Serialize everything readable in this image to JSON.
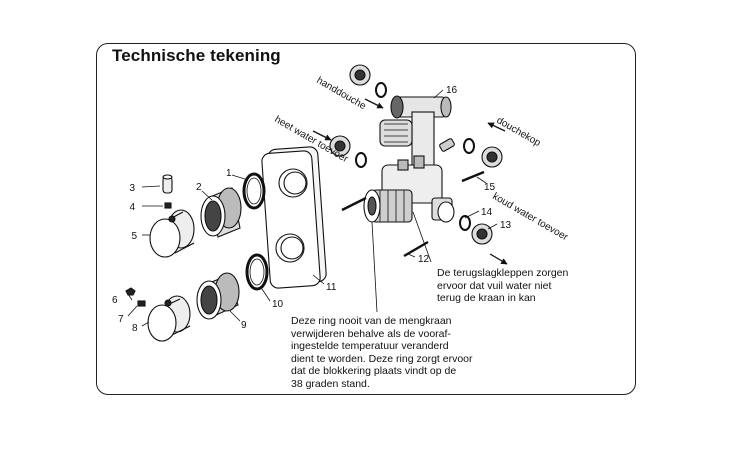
{
  "title": "Technische tekening",
  "flow_labels": {
    "handdouche": "handdouche",
    "douchekop": "douchekop",
    "heet_water": "heet water toevoer",
    "koud_water": "koud water toevoer"
  },
  "notes": {
    "check_valves": [
      "De terugslagkleppen zorgen",
      "ervoor dat vuil water niet",
      "terug de kraan in kan"
    ],
    "ring": [
      "Deze ring nooit van de mengkraan",
      "verwijderen behalve als de vooraf-",
      "ingestelde temperatuur veranderd",
      "dient te worden. Deze ring zorgt ervoor",
      "dat de blokkering plaats vindt op de",
      "38 graden stand."
    ]
  },
  "part_numbers": {
    "p1": "1",
    "p2": "2",
    "p3": "3",
    "p4": "4",
    "p5": "5",
    "p6": "6",
    "p7": "7",
    "p8": "8",
    "p9": "9",
    "p10": "10",
    "p11": "11",
    "p12": "12",
    "p13": "13",
    "p14": "14",
    "p15": "15",
    "p16": "16"
  }
}
